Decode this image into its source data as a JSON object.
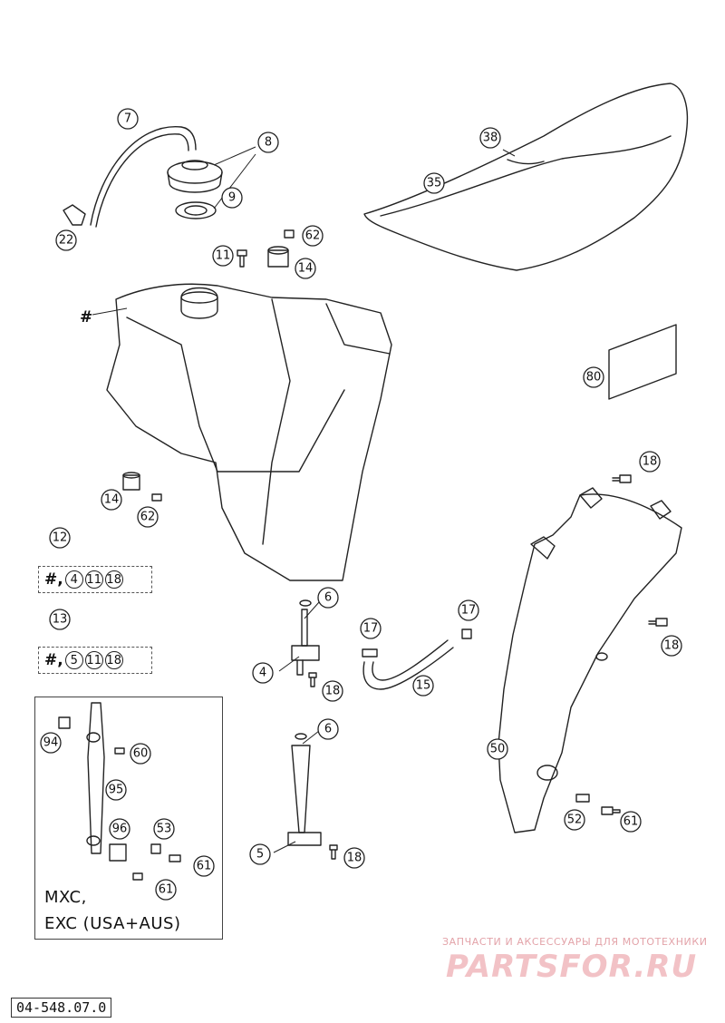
{
  "callouts": {
    "c7": "7",
    "c8": "8",
    "c9": "9",
    "c22": "22",
    "c62a": "62",
    "c11": "11",
    "c14a": "14",
    "c38": "38",
    "c35": "35",
    "c80": "80",
    "c14b": "14",
    "c62b": "62",
    "c12": "12",
    "c13": "13",
    "c6a": "6",
    "c4": "4",
    "c18a": "18",
    "c17a": "17",
    "c17b": "17",
    "c15": "15",
    "c18b": "18",
    "c18c": "18",
    "c50": "50",
    "c6b": "6",
    "c5": "5",
    "c18d": "18",
    "c52": "52",
    "c61a": "61",
    "c94": "94",
    "c60": "60",
    "c95": "95",
    "c96": "96",
    "c53": "53",
    "c61b": "61",
    "c61c": "61"
  },
  "tank_hash": "#",
  "kits": {
    "kit12": {
      "hash": "#,",
      "parts": [
        "4",
        "11",
        "18"
      ]
    },
    "kit13": {
      "hash": "#,",
      "parts": [
        "5",
        "11",
        "18"
      ]
    }
  },
  "variant_label": {
    "line1": "MXC,",
    "line2": "EXC (USA+AUS)"
  },
  "watermark": {
    "caption": "ЗАПЧАСТИ И АКСЕССУАРЫ ДЛЯ МОТОТЕХНИКИ",
    "logo": "PARTSFOR.RU"
  },
  "doc_number": "04-548.07.0"
}
